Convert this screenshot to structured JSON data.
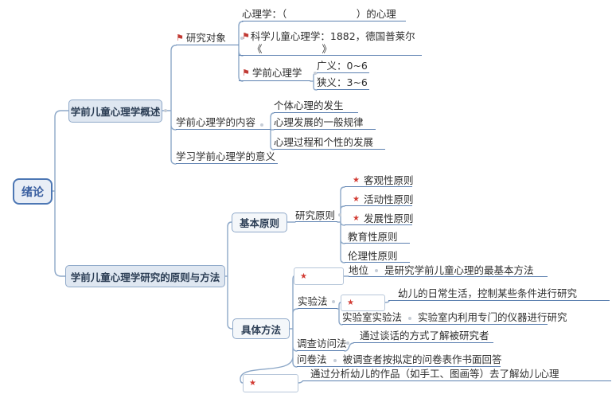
{
  "icons": {
    "flag": "⚑",
    "star": "★"
  },
  "colors": {
    "line": "#8da8c8",
    "underline": "#5c80b0",
    "box_fill": "#dfe7f1",
    "box_border": "#8fa9c9",
    "root_text": "#3a5fa0",
    "accent_red": "#c93a32"
  },
  "root": {
    "label": "绪论"
  },
  "overview": {
    "label": "学前儿童心理学概述",
    "research_object": {
      "label": "研究对象"
    },
    "psychology_def": {
      "label": "心理学：（　　　　　　　）的心理"
    },
    "scientific_child_psychology": {
      "line1": "科学儿童心理学：1882，德国普莱尔",
      "line2": "《　　　　　　》"
    },
    "preschool_psychology": {
      "label": "学前心理学",
      "broad": "广义：0~6",
      "narrow": "狭义：3~6"
    },
    "content": {
      "label": "学前心理学的内容",
      "items": [
        "个体心理的发生",
        "心理发展的一般规律",
        "心理过程和个性的发展"
      ]
    },
    "meaning": {
      "label": "学习学前心理学的意义"
    }
  },
  "methods": {
    "label": "学前儿童心理学研究的原则与方法",
    "basic_principles": {
      "label": "基本原则",
      "research_principles": {
        "label": "研究原则",
        "items": [
          "客观性原则",
          "活动性原则",
          "发展性原则",
          "教育性原则",
          "伦理性原则"
        ]
      }
    },
    "specific_methods": {
      "label": "具体方法",
      "observation": {
        "status_label": "地位",
        "status_desc": "是研究学前儿童心理的最基本方法"
      },
      "experiment": {
        "label": "实验法",
        "natural_desc": "幼儿的日常生活，控制某些条件进行研究",
        "lab_label": "实验室实验法",
        "lab_desc": "实验室内利用专门的仪器进行研究"
      },
      "survey_interview": {
        "label": "调查访问法",
        "desc": "通过谈话的方式了解被研究者"
      },
      "questionnaire": {
        "label": "问卷法",
        "desc": "被调查者按拟定的问卷表作书面回答"
      },
      "product_analysis": {
        "desc": "通过分析幼儿的作品（如手工、图画等）去了解幼儿心理"
      }
    }
  }
}
